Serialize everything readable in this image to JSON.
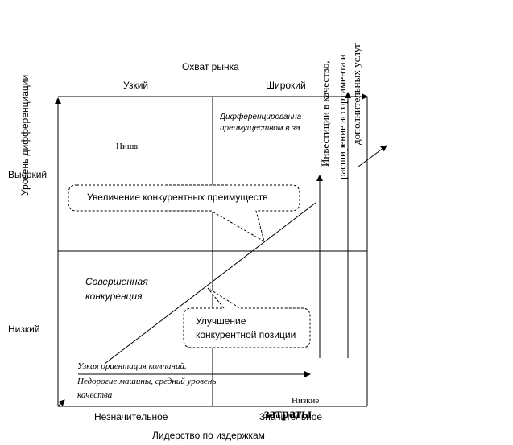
{
  "top_axis": {
    "title": "Охват рынка",
    "narrow": "Узкий",
    "wide": "Широкий"
  },
  "left_axis": {
    "title": "Уровень дифференциации",
    "high": "Высокий",
    "low": "Низкий"
  },
  "bottom_axis": {
    "title": "Лидерство по издержкам",
    "insignificant": "Незначительное",
    "significant": "Значительное"
  },
  "quadrants": {
    "niche": "Ниша",
    "differentiated_line1": "Дифференцированна",
    "differentiated_line2": "преимуществом в за",
    "perfect_line1": "Совершенная",
    "perfect_line2": "конкуренция"
  },
  "callouts": {
    "increase": "Увеличение конкурентных преимуществ",
    "improve_line1": "Улучшение",
    "improve_line2": "конкурентной позиции"
  },
  "notes": {
    "narrow_focus": "Узкая ориентация компаний.",
    "cheap_line1": "Недорогие машины, средний уровень",
    "cheap_line2": "качества"
  },
  "right_side": {
    "investments_line1": "Инвестиции в качество,",
    "investments_line2": "расширение ассортимента и",
    "investments_line3": "дополнительных услуг",
    "low_costs_line1": "Низкие",
    "low_costs_line2": "затраты"
  }
}
